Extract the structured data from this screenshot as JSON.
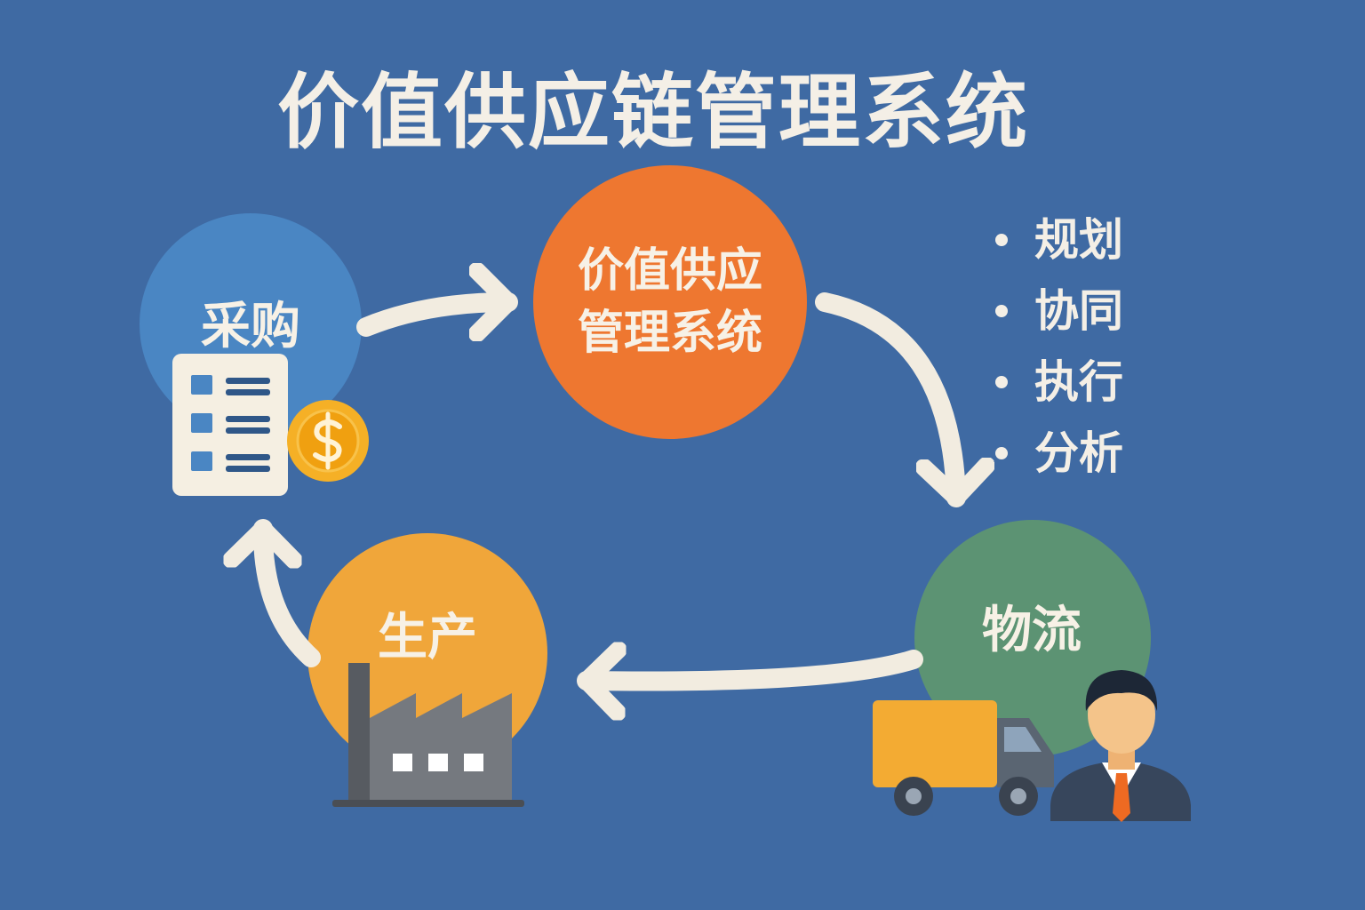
{
  "title": "价值供应链管理系统",
  "nodes": {
    "procurement": {
      "label": "采购",
      "color": "#4a86c3"
    },
    "center": {
      "label_line1": "价值供应",
      "label_line2": "管理系统",
      "color": "#ee7730"
    },
    "logistics": {
      "label": "物流",
      "color": "#5c9373"
    },
    "production": {
      "label": "生产",
      "color": "#f0a63a"
    }
  },
  "features": [
    "规划",
    "协同",
    "执行",
    "分析"
  ],
  "icons": {
    "procurement": [
      "document-list-icon",
      "dollar-coin-icon"
    ],
    "logistics": [
      "delivery-truck-icon",
      "businessman-icon"
    ],
    "production": [
      "factory-icon"
    ]
  },
  "colors": {
    "background": "#3f6aa3",
    "text": "#f4efe6",
    "arrow": "#f2ece0"
  }
}
